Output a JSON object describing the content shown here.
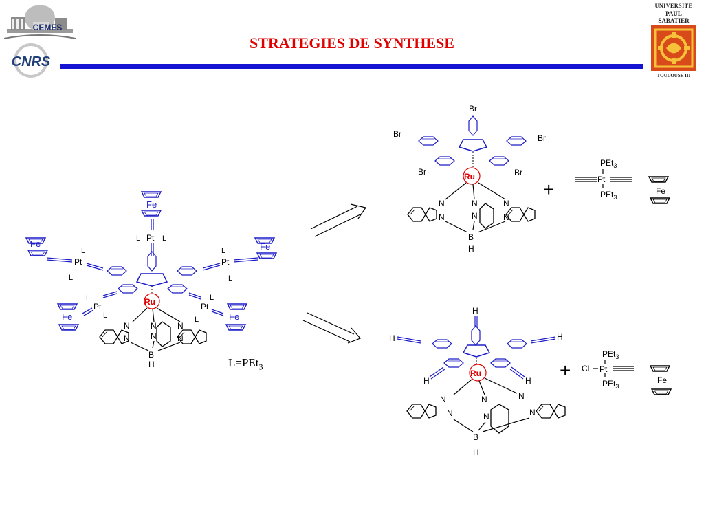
{
  "slide": {
    "title": "STRATEGIES DE SYNTHESE",
    "accent_color": "#e00000",
    "rule_color": "#1414d2"
  },
  "logos": {
    "cemes": {
      "text": "CEMES"
    },
    "cnrs": {
      "text": "CNRS"
    },
    "ups": {
      "line1": "UNIVERSITE",
      "line2": "PAUL",
      "line3": "SABATIER",
      "line4": "TOULOUSE  III",
      "emblem_color": "#d94a1a"
    }
  },
  "scheme": {
    "legend_text": "L=PEt",
    "legend_sub": "3",
    "labels": {
      "ru": "Ru",
      "fe": "Fe",
      "pt": "Pt",
      "l": "L",
      "b": "B",
      "h": "H",
      "n": "N",
      "br": "Br",
      "pet3": "PEt",
      "sub3": "3",
      "cl": "Cl",
      "plus": "+"
    },
    "arrows": [
      "retrosynthesis-arrow-upper",
      "retrosynthesis-arrow-lower"
    ]
  }
}
